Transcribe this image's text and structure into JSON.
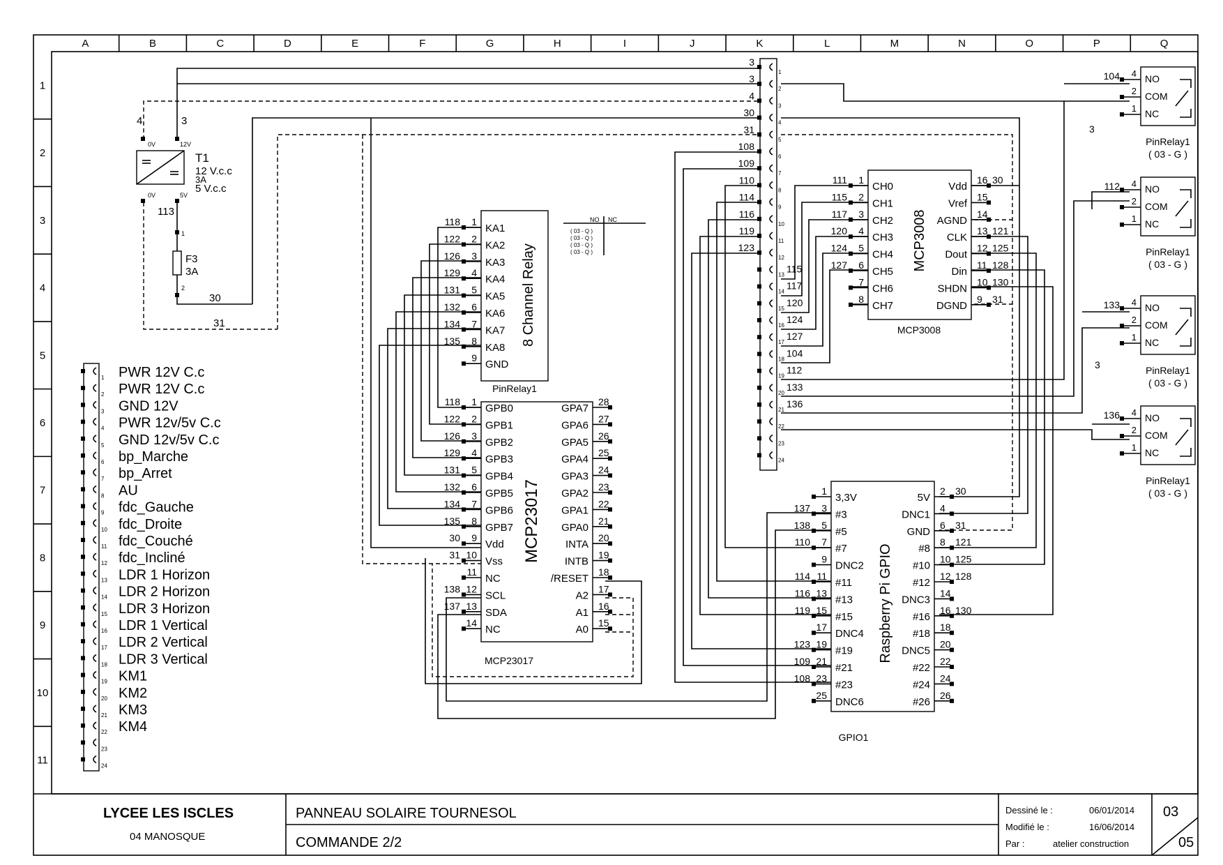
{
  "frame": {
    "columns": [
      "A",
      "B",
      "C",
      "D",
      "E",
      "F",
      "G",
      "H",
      "I",
      "J",
      "K",
      "L",
      "M",
      "N",
      "O",
      "P",
      "Q"
    ],
    "rows": [
      "1",
      "2",
      "3",
      "4",
      "5",
      "6",
      "7",
      "8",
      "9",
      "10",
      "11"
    ]
  },
  "transformer": {
    "ref": "T1",
    "line1": "12 V.c.c",
    "line2": "3A",
    "line3": "5 V.c.c",
    "in": "0V",
    "in2": "12V",
    "out": "0V",
    "out2": "5V",
    "w_a": "4",
    "w_b": "3",
    "w_c": "113"
  },
  "fuse": {
    "ref": "F3",
    "rating": "3A",
    "p1": "1",
    "p2": "2",
    "w30": "30",
    "w31": "31"
  },
  "legend_connector": {
    "labels": [
      "PWR 12V C.c",
      "PWR 12V C.c",
      "GND 12V",
      "PWR 12v/5v C.c",
      "GND 12v/5v C.c",
      "bp_Marche",
      "bp_Arret",
      "AU",
      "fdc_Gauche",
      "fdc_Droite",
      "fdc_Couché",
      "fdc_Incliné",
      "LDR 1 Horizon",
      "LDR 2 Horizon",
      "LDR 3 Horizon",
      "LDR 1 Vertical",
      "LDR 2 Vertical",
      "LDR 3 Vertical",
      "KM1",
      "KM2",
      "KM3",
      "KM4"
    ],
    "pins": [
      "1",
      "2",
      "3",
      "4",
      "5",
      "6",
      "7",
      "8",
      "9",
      "10",
      "11",
      "12",
      "13",
      "14",
      "15",
      "16",
      "17",
      "18",
      "19",
      "20",
      "21",
      "22",
      "23",
      "24"
    ]
  },
  "relay_board": {
    "title": "8 Channel Relay",
    "caption": "PinRelay1",
    "pins": [
      {
        "wire": "118",
        "num": "1",
        "name": "KA1"
      },
      {
        "wire": "122",
        "num": "2",
        "name": "KA2"
      },
      {
        "wire": "126",
        "num": "3",
        "name": "KA3"
      },
      {
        "wire": "129",
        "num": "4",
        "name": "KA4"
      },
      {
        "wire": "131",
        "num": "5",
        "name": "KA5"
      },
      {
        "wire": "132",
        "num": "6",
        "name": "KA6"
      },
      {
        "wire": "134",
        "num": "7",
        "name": "KA7"
      },
      {
        "wire": "135",
        "num": "8",
        "name": "KA8"
      },
      {
        "wire": "",
        "num": "9",
        "name": "GND"
      }
    ]
  },
  "ref_table": {
    "h1": "NO",
    "h2": "NC",
    "rows": [
      "( 03 - Q )",
      "( 03 - Q )",
      "( 03 - Q )",
      "( 03 - Q )"
    ]
  },
  "mcp23017": {
    "title": "MCP23017",
    "caption": "MCP23017",
    "left": [
      {
        "wire": "118",
        "num": "1",
        "name": "GPB0"
      },
      {
        "wire": "122",
        "num": "2",
        "name": "GPB1"
      },
      {
        "wire": "126",
        "num": "3",
        "name": "GPB2"
      },
      {
        "wire": "129",
        "num": "4",
        "name": "GPB3"
      },
      {
        "wire": "131",
        "num": "5",
        "name": "GPB4"
      },
      {
        "wire": "132",
        "num": "6",
        "name": "GPB5"
      },
      {
        "wire": "134",
        "num": "7",
        "name": "GPB6"
      },
      {
        "wire": "135",
        "num": "8",
        "name": "GPB7"
      },
      {
        "wire": "30",
        "num": "9",
        "name": "Vdd"
      },
      {
        "wire": "31",
        "num": "10",
        "name": "Vss"
      },
      {
        "wire": "",
        "num": "11",
        "name": "NC"
      },
      {
        "wire": "138",
        "num": "12",
        "name": "SCL"
      },
      {
        "wire": "137",
        "num": "13",
        "name": "SDA"
      },
      {
        "wire": "",
        "num": "14",
        "name": "NC"
      }
    ],
    "right": [
      {
        "num": "28",
        "name": "GPA7"
      },
      {
        "num": "27",
        "name": "GPA6"
      },
      {
        "num": "26",
        "name": "GPA5"
      },
      {
        "num": "25",
        "name": "GPA4"
      },
      {
        "num": "24",
        "name": "GPA3"
      },
      {
        "num": "23",
        "name": "GPA2"
      },
      {
        "num": "22",
        "name": "GPA1"
      },
      {
        "num": "21",
        "name": "GPA0"
      },
      {
        "num": "20",
        "name": "INTA"
      },
      {
        "num": "19",
        "name": "INTB"
      },
      {
        "num": "18",
        "name": "/RESET"
      },
      {
        "num": "17",
        "name": "A2"
      },
      {
        "num": "16",
        "name": "A1"
      },
      {
        "num": "15",
        "name": "A0"
      }
    ]
  },
  "main_connector": {
    "pins": [
      "1",
      "2",
      "3",
      "4",
      "5",
      "6",
      "7",
      "8",
      "9",
      "10",
      "11",
      "12",
      "13",
      "14",
      "15",
      "16",
      "17",
      "18",
      "19",
      "20",
      "21",
      "22",
      "23",
      "24"
    ],
    "left_wires": [
      "3",
      "3",
      "4",
      "30",
      "31",
      "108",
      "109",
      "110",
      "114",
      "116",
      "119",
      "123"
    ],
    "right_wires": [
      "",
      "",
      "",
      "",
      "",
      "",
      "",
      "",
      "",
      "",
      "",
      "",
      "115",
      "117",
      "120",
      "124",
      "127",
      "104",
      "112",
      "133",
      "136",
      "",
      "",
      ""
    ]
  },
  "mcp3008": {
    "title": "MCP3008",
    "caption": "MCP3008",
    "left": [
      {
        "wire": "111",
        "num": "1",
        "name": "CH0"
      },
      {
        "wire": "115",
        "num": "2",
        "name": "CH1"
      },
      {
        "wire": "117",
        "num": "3",
        "name": "CH2"
      },
      {
        "wire": "120",
        "num": "4",
        "name": "CH3"
      },
      {
        "wire": "124",
        "num": "5",
        "name": "CH4"
      },
      {
        "wire": "127",
        "num": "6",
        "name": "CH5"
      },
      {
        "wire": "",
        "num": "7",
        "name": "CH6"
      },
      {
        "wire": "",
        "num": "8",
        "name": "CH7"
      }
    ],
    "right": [
      {
        "num": "16",
        "wire": "30",
        "name": "Vdd"
      },
      {
        "num": "15",
        "wire": "",
        "name": "Vref"
      },
      {
        "num": "14",
        "wire": "",
        "name": "AGND"
      },
      {
        "num": "13",
        "wire": "121",
        "name": "CLK"
      },
      {
        "num": "12",
        "wire": "125",
        "name": "Dout"
      },
      {
        "num": "11",
        "wire": "128",
        "name": "Din"
      },
      {
        "num": "10",
        "wire": "130",
        "name": "SHDN"
      },
      {
        "num": "9",
        "wire": "31",
        "name": "DGND"
      }
    ]
  },
  "gpio": {
    "title": "Raspberry Pi GPIO",
    "caption": "GPIO1",
    "left": [
      {
        "wire": "",
        "num": "1",
        "name": "3,3V"
      },
      {
        "wire": "137",
        "num": "3",
        "name": "#3"
      },
      {
        "wire": "138",
        "num": "5",
        "name": "#5"
      },
      {
        "wire": "110",
        "num": "7",
        "name": "#7"
      },
      {
        "wire": "",
        "num": "9",
        "name": "DNC2"
      },
      {
        "wire": "114",
        "num": "11",
        "name": "#11"
      },
      {
        "wire": "116",
        "num": "13",
        "name": "#13"
      },
      {
        "wire": "119",
        "num": "15",
        "name": "#15"
      },
      {
        "wire": "",
        "num": "17",
        "name": "DNC4"
      },
      {
        "wire": "123",
        "num": "19",
        "name": "#19"
      },
      {
        "wire": "109",
        "num": "21",
        "name": "#21"
      },
      {
        "wire": "108",
        "num": "23",
        "name": "#23"
      },
      {
        "wire": "",
        "num": "25",
        "name": "DNC6"
      }
    ],
    "right": [
      {
        "num": "2",
        "wire": "30",
        "name": "5V"
      },
      {
        "num": "4",
        "wire": "",
        "name": "DNC1"
      },
      {
        "num": "6",
        "wire": "31",
        "name": "GND"
      },
      {
        "num": "8",
        "wire": "121",
        "name": "#8"
      },
      {
        "num": "10",
        "wire": "125",
        "name": "#10"
      },
      {
        "num": "12",
        "wire": "128",
        "name": "#12"
      },
      {
        "num": "14",
        "wire": "",
        "name": "DNC3"
      },
      {
        "num": "16",
        "wire": "130",
        "name": "#16"
      },
      {
        "num": "18",
        "wire": "",
        "name": "#18"
      },
      {
        "num": "20",
        "wire": "",
        "name": "DNC5"
      },
      {
        "num": "22",
        "wire": "",
        "name": "#22"
      },
      {
        "num": "24",
        "wire": "",
        "name": "#24"
      },
      {
        "num": "26",
        "wire": "",
        "name": "#26"
      }
    ]
  },
  "relays": [
    {
      "wire": "104",
      "name": "PinRelay1",
      "loc": "( 03 - G )"
    },
    {
      "wire": "112",
      "name": "PinRelay1",
      "loc": "( 03 - G )"
    },
    {
      "wire": "133",
      "name": "PinRelay1",
      "loc": "( 03 - G )"
    },
    {
      "wire": "136",
      "name": "PinRelay1",
      "loc": "( 03 - G )"
    }
  ],
  "relay_pins": {
    "no": "NO",
    "com": "COM",
    "nc": "NC",
    "p4": "4",
    "p2": "2",
    "p1": "1",
    "w3": "3"
  },
  "title_block": {
    "school": "LYCEE LES ISCLES",
    "city": "04 MANOSQUE",
    "project": "PANNEAU SOLAIRE TOURNESOL",
    "sheet_title": "COMMANDE 2/2",
    "drawn_label": "Dessiné le :",
    "drawn_date": "06/01/2014",
    "modified_label": "Modifié le :",
    "modified_date": "16/06/2014",
    "by_label": "Par :",
    "by": "atelier construction",
    "sheet": "03",
    "total": "05"
  }
}
